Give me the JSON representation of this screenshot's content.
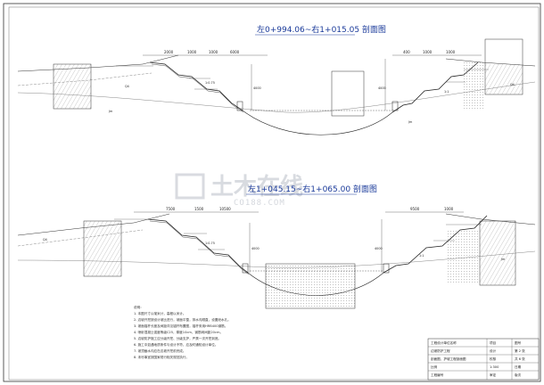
{
  "drawing": {
    "section_top_title": "左0+994.06~右1+015.05 剖面图",
    "section_bottom_title": "左1+045.15~右1+065.00 剖面图"
  },
  "dimensions": {
    "top": [
      "2000",
      "1000",
      "1000",
      "6000",
      "400",
      "1000",
      "1000"
    ],
    "bottom": [
      "7500",
      "1500",
      "10500",
      "9500",
      "1000"
    ]
  },
  "labels": {
    "slope_ratio_a": "1:0.75",
    "slope_ratio_b": "1:1",
    "elevation_mark": "4000",
    "soil_tag": "Q4",
    "rock_tag": "Jm"
  },
  "watermark": {
    "main": "土木在线",
    "sub": "CO188.COM"
  },
  "notes": {
    "heading": "说明：",
    "lines": [
      "1. 本图尺寸以毫米计，高程以米计。",
      "2. 边坡开挖按设计坡比进行，坡面平整，排水沟顺直，设置泄水孔。",
      "3. 坡面锚杆长度及间距详见锚杆布置图，锚杆采用HRB400钢筋。",
      "4. 喷射混凝土强度等级C25，厚度10cm，钢筋网间距20cm。",
      "5. 边坡防护施工应分级开挖、分级支护，严禁一次开挖到底。",
      "6. 施工中如遇地质条件与设计不符，应及时通知设计单位。",
      "7. 坡顶截水沟应在边坡开挖前完成。",
      "8. 未尽事宜按国家现行相关规范执行。"
    ]
  },
  "title_block": {
    "rows": [
      [
        "工程设计单位名称",
        "项目",
        "图号"
      ],
      [
        "边坡防护工程",
        "设计",
        "第 2 张"
      ],
      [
        "剖面图、护坡工程剖面图",
        "校核",
        "共 6 张"
      ],
      [
        "比例",
        "1:300",
        "日期"
      ],
      [
        "工程编号",
        "审定",
        "版次"
      ]
    ]
  }
}
